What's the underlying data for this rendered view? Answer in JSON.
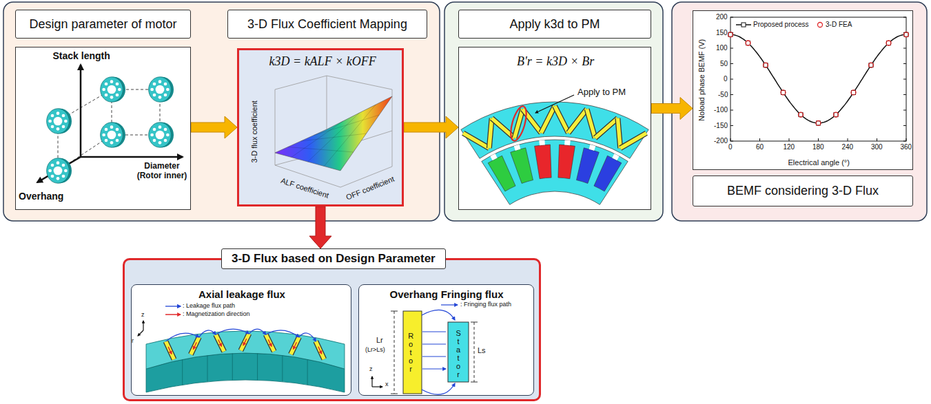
{
  "diagram": {
    "nodes": [
      {
        "text": [
          "Design parameter of motor"
        ]
      },
      {
        "text": [
          "Stack length",
          "Diameter (Rotor inner)",
          "Overhang"
        ]
      },
      {
        "text": [
          "3-D Flux Coefficient Mapping"
        ]
      },
      {
        "text": [
          "k3D = kALF × kOFF",
          "3-D flux coefficient",
          "ALF coefficient",
          "OFF coefficient"
        ]
      },
      {
        "text": [
          "Apply k3d to PM"
        ]
      },
      {
        "text": [
          "B'r = k3D × Br",
          "Apply to PM"
        ]
      },
      {
        "text": [
          "Noload phase BEMF (V)",
          "Electrical angle (°)"
        ]
      },
      {
        "text": [
          "BEMF considering 3-D Flux"
        ]
      },
      {
        "text": [
          "3-D Flux based on Design Parameter"
        ]
      },
      {
        "text": [
          "Axial leakage flux"
        ],
        "in": 8
      },
      {
        "text": [
          "Overhang Fringing flux"
        ],
        "in": 8
      }
    ],
    "edges": [
      {
        "from": 1,
        "to": 3,
        "arrow": "to"
      },
      {
        "from": 3,
        "to": 5,
        "arrow": "to"
      },
      {
        "from": 5,
        "to": 6,
        "arrow": "to"
      },
      {
        "from": 3,
        "to": 8,
        "arrow": "to"
      }
    ],
    "labels": [
      "200",
      "150",
      "100",
      "50",
      "0",
      "-50",
      "-100",
      "-150",
      "-200",
      "0",
      "60",
      "120",
      "180",
      "240",
      "300",
      "360",
      "z",
      "r",
      "Rotor",
      "Stator",
      "Lr",
      "(Lr>Ls)",
      "Ls",
      "z",
      "x"
    ],
    "legend": [
      {
        "text": "Proposed process"
      },
      {
        "text": "3-D FEA"
      },
      {
        "text": ": Leakage flux path"
      },
      {
        "text": ": Magnetization direction"
      },
      {
        "text": ": Fringing flux path"
      }
    ]
  }
}
